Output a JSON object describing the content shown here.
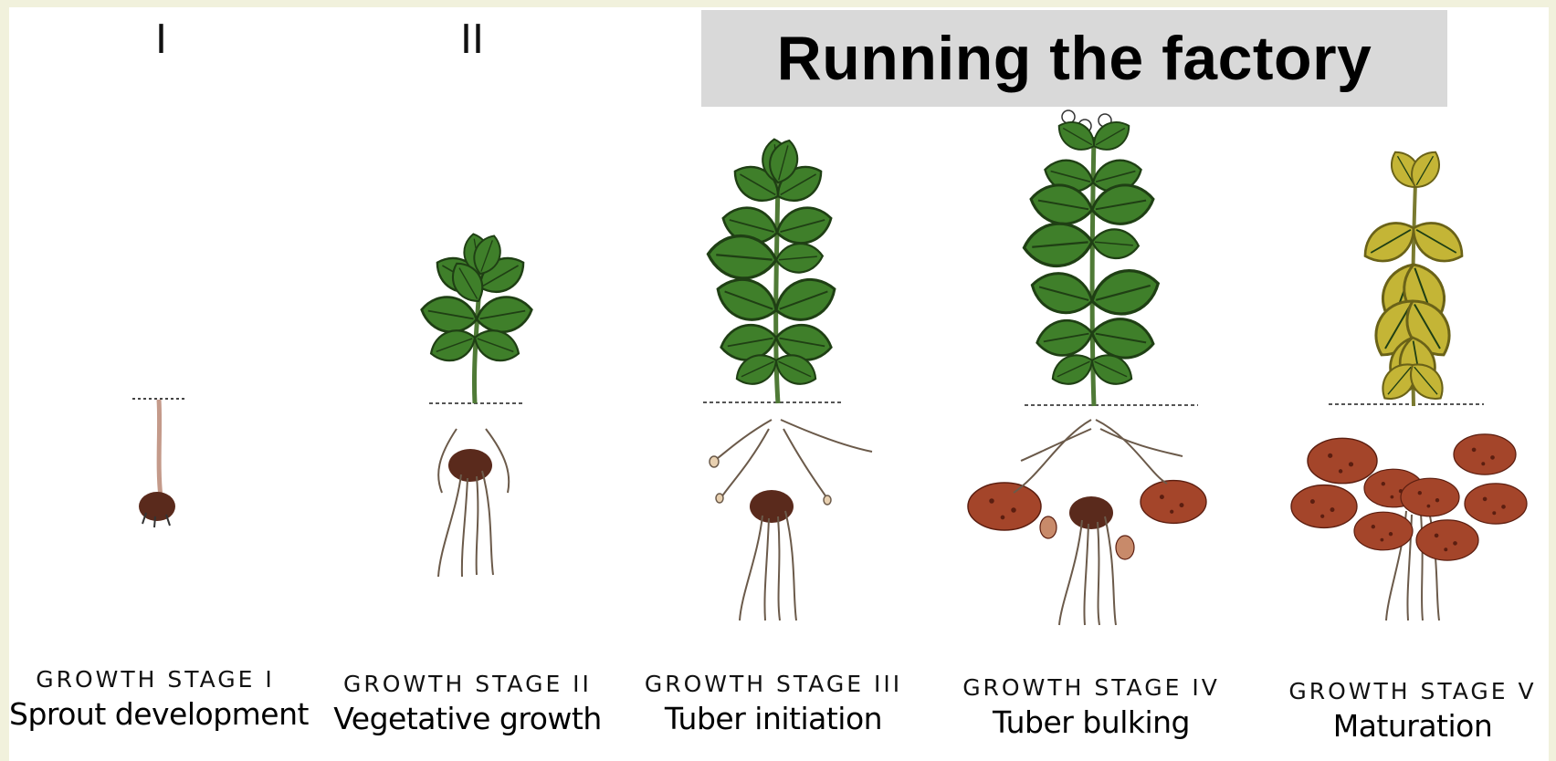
{
  "title": "Running the factory",
  "roman_labels": [
    "I",
    "II"
  ],
  "stages": [
    {
      "caption": "GROWTH STAGE I",
      "name": "Sprout development"
    },
    {
      "caption": "GROWTH STAGE II",
      "name": "Vegetative growth"
    },
    {
      "caption": "GROWTH STAGE III",
      "name": "Tuber initiation"
    },
    {
      "caption": "GROWTH STAGE IV",
      "name": "Tuber bulking"
    },
    {
      "caption": "GROWTH STAGE V",
      "name": "Maturation"
    }
  ],
  "colors": {
    "leaf_green": "#3f7f2a",
    "leaf_yellow": "#c4b536",
    "tuber": "#a4452a",
    "root": "#6b5a4a",
    "title_band": "#d9d9d9"
  }
}
